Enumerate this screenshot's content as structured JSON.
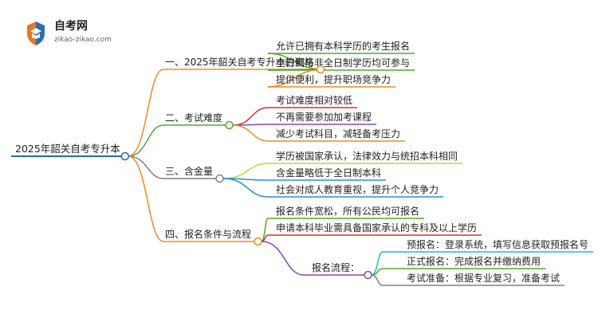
{
  "logo": {
    "title": "自考网",
    "url": "zikao-zikao.com",
    "colors": {
      "shield_orange": "#e8762b",
      "shield_blue": "#2a6fb5",
      "title": "#222222",
      "url": "#666666"
    }
  },
  "root": {
    "label": "2025年韶关自考专升本",
    "color": "#1f6fb2"
  },
  "branches": [
    {
      "label": "一、2025年韶关自考专升本的资格",
      "color": "#f08a24",
      "children": [
        {
          "label": "允许已拥有本科学历的考生报名",
          "color": "#52a82b"
        },
        {
          "label": "全日制与非全日制学历均可参与",
          "color": "#52a82b"
        },
        {
          "label": "提供便利，提升职场竞争力",
          "color": "#f08a24"
        }
      ]
    },
    {
      "label": "二、考试难度",
      "color": "#52a82b",
      "children": [
        {
          "label": "考试难度相对较低",
          "color": "#d9302c"
        },
        {
          "label": "不再需要参加加考课程",
          "color": "#8a48b8"
        },
        {
          "label": "减少考试科目，减轻备考压力",
          "color": "#f08a24"
        }
      ]
    },
    {
      "label": "三、含金量",
      "color": "#808080",
      "children": [
        {
          "label": "学历被国家承认，法律效力与统招本科相同",
          "color": "#c8d43a"
        },
        {
          "label": "含金量略低于全日制本科",
          "color": "#2a8fd6"
        },
        {
          "label": "社会对成人教育重视，提升个人竞争力",
          "color": "#2a8fd6"
        }
      ]
    },
    {
      "label": "四、报名条件与流程",
      "color": "#f08a24",
      "children": [
        {
          "label": "报名条件宽松，所有公民均可报名",
          "color": "#52a82b"
        },
        {
          "label": "申请本科毕业需具备国家承认的专科及以上学历",
          "color": "#d9302c"
        },
        {
          "label": "报名流程：",
          "color": "#8a48b8",
          "children": [
            {
              "label": "预报名：登录系统，填写信息获取预报名号",
              "color": "#2ab5c8"
            },
            {
              "label": "正式报名：完成报名并缴纳费用",
              "color": "#52a82b"
            },
            {
              "label": "考试准备：根据专业复习，准备考试",
              "color": "#808080"
            }
          ]
        }
      ]
    }
  ]
}
